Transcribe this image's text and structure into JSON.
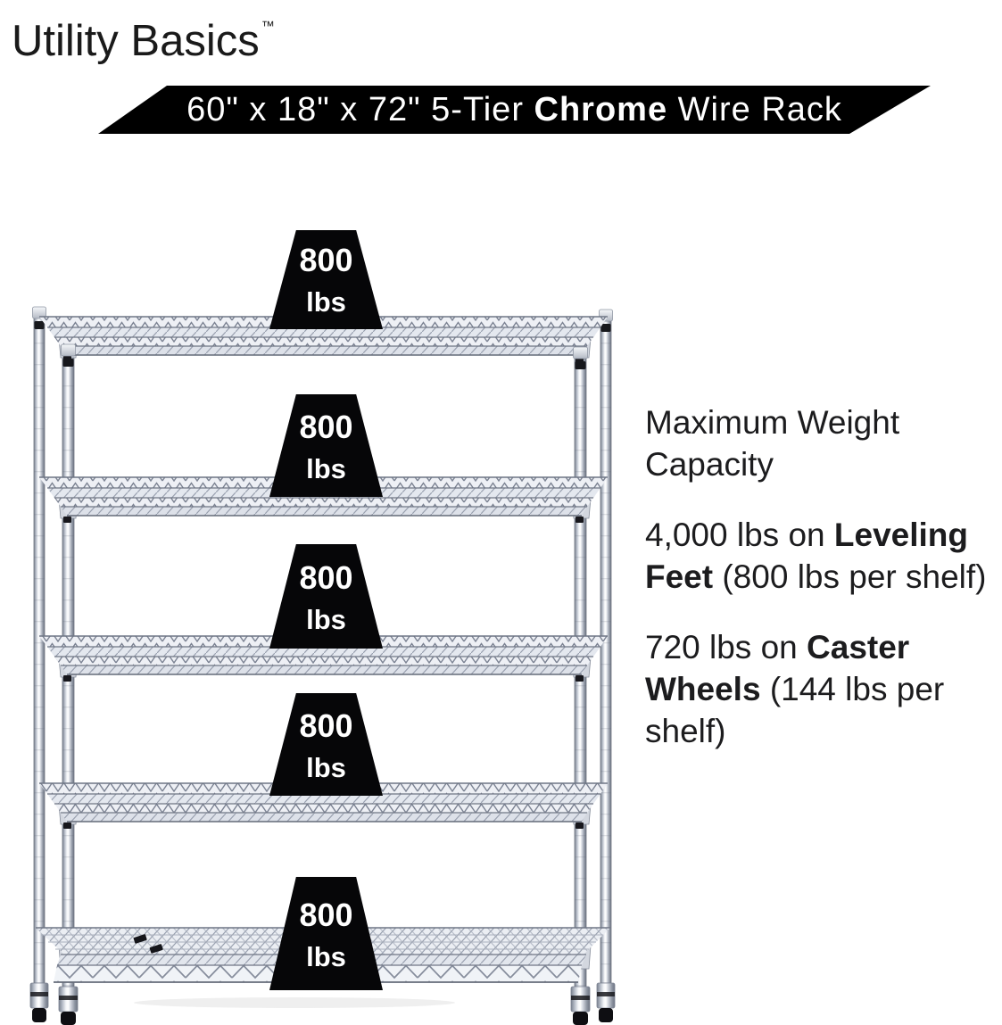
{
  "brand": {
    "name": "Utility Basics",
    "trademark_symbol": "™"
  },
  "banner": {
    "prefix": "60\" x 18\" x 72\" 5-Tier ",
    "highlight": "Chrome",
    "suffix": " Wire Rack",
    "bg_color": "#000000",
    "text_color": "#ffffff"
  },
  "weight_labels": [
    {
      "value": "800",
      "unit": "lbs"
    },
    {
      "value": "800",
      "unit": "lbs"
    },
    {
      "value": "800",
      "unit": "lbs"
    },
    {
      "value": "800",
      "unit": "lbs"
    },
    {
      "value": "800",
      "unit": "lbs"
    }
  ],
  "info": {
    "heading": "Maximum Weight Capacity",
    "paragraphs": [
      {
        "lead": "4,000 lbs on ",
        "bold": "Leveling Feet",
        "rest": " (800 lbs per shelf)"
      },
      {
        "lead": "720 lbs on ",
        "bold": "Caster Wheels",
        "rest": " (144 lbs per shelf)"
      }
    ]
  },
  "rack": {
    "tiers": 5,
    "description": "5-tier chrome wire shelving rack with leveling feet",
    "finish": "chrome",
    "colors": {
      "chrome_light": "#f3f5f8",
      "chrome_mid": "#c7ccd5",
      "chrome_dark": "#6e7583",
      "wire_line": "#7b8292"
    }
  },
  "colors": {
    "background": "#ffffff",
    "text": "#1c1c1e",
    "weight_badge_bg": "#060608",
    "weight_badge_text": "#ffffff"
  }
}
